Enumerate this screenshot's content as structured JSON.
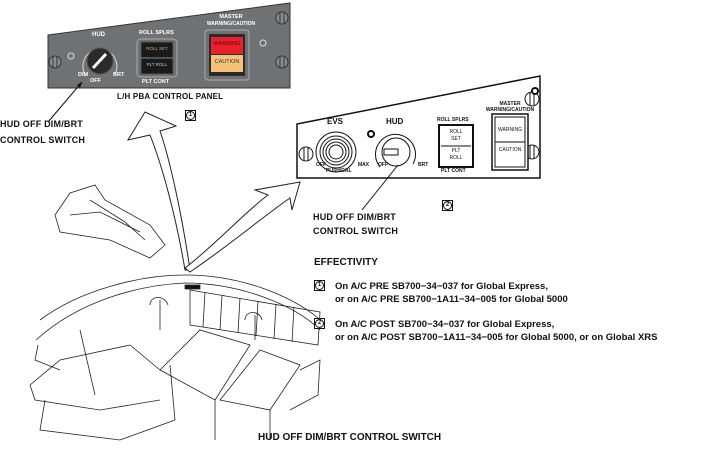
{
  "panel_pre": {
    "caption": "L/H PBA CONTROL PANEL",
    "hud_label": "HUD",
    "dim_label": "DIM",
    "off_label": "OFF",
    "brt_label": "BRT",
    "roll_splrs_label": "ROLL SPLRS",
    "roll_set_label": "ROLL SET",
    "plt_roll_label": "PLT ROLL",
    "plt_cont_label": "PLT CONT",
    "master_label_1": "MASTER",
    "master_label_2": "WARNING/CAUTION",
    "warning_label": "WARNING",
    "caution_label": "CAUTION",
    "warning_color": "#e8212a",
    "caution_color": "#f6c27a",
    "panel_color": "#6f7275",
    "callout": "1"
  },
  "panel_post": {
    "evs_label": "EVS",
    "evs_off": "OFF",
    "evs_max": "MAX",
    "push_cal": "PUSH/CAL",
    "hud_label": "HUD",
    "off_label": "OFF",
    "brt_label": "BRT",
    "roll_splrs_label": "ROLL SPLRS",
    "roll_label": "ROLL",
    "set_label": "SET",
    "plt_label": "PLT",
    "roll2_label": "ROLL",
    "plt_cont_label": "PLT CONT",
    "master_label_1": "MASTER",
    "master_label_2": "WARNING/CAUTION",
    "warning_label": "WARNING",
    "caution_label": "CAUTION",
    "callout": "2"
  },
  "switch_label_pre": [
    "HUD OFF DIM/BRT",
    "CONTROL SWITCH"
  ],
  "switch_label_post": [
    "HUD OFF DIM/BRT",
    "CONTROL SWITCH"
  ],
  "effectivity": {
    "title": "EFFECTIVITY",
    "items": [
      {
        "callout": "1",
        "lines": [
          "On A/C PRE SB700−34−037 for Global Express,",
          "or on A/C PRE SB700−1A11−34−005 for Global 5000"
        ]
      },
      {
        "callout": "2",
        "lines": [
          "On A/C POST SB700−34−037 for Global Express,",
          "or on A/C POST SB700−1A11−34−005 for Global 5000, or on Global XRS"
        ]
      }
    ]
  },
  "figure_title": "HUD OFF DIM/BRT CONTROL SWITCH"
}
